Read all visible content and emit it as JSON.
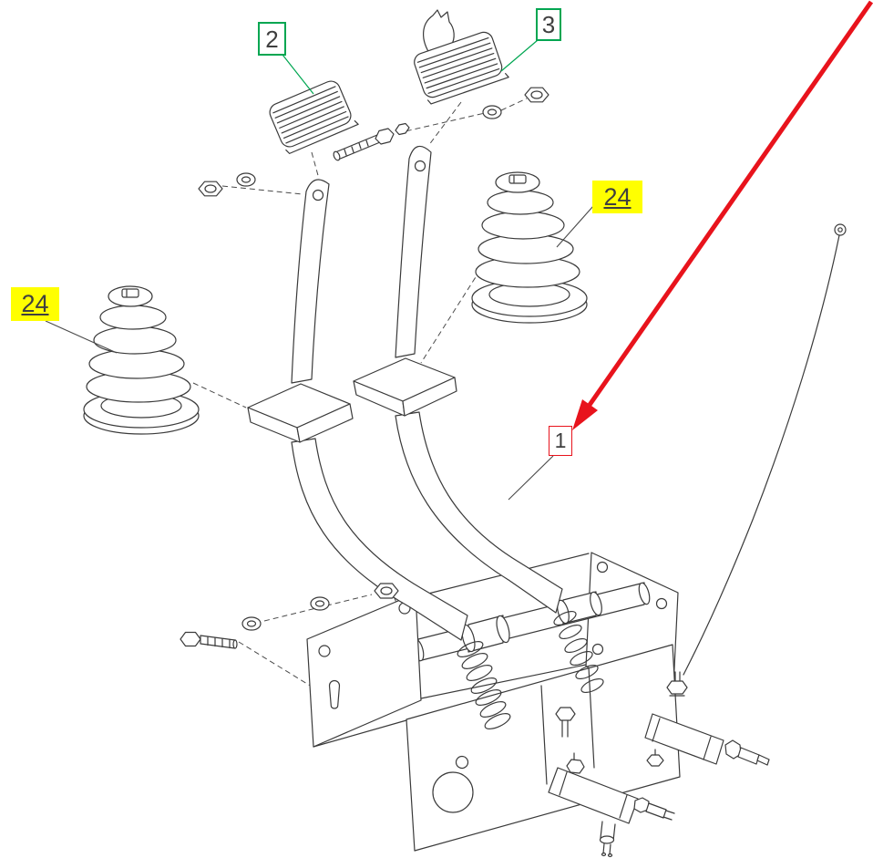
{
  "page": {
    "background_color": "#ffffff"
  },
  "diagram": {
    "description": "Exploded parts diagram of a clutch and brake pedal assembly with valves, return springs, rubber boots and fasteners",
    "line_color": "#3a3a3a",
    "callouts": [
      {
        "label": "2",
        "style": "green-box",
        "target": "left-pedal-pad"
      },
      {
        "label": "3",
        "style": "green-box",
        "target": "right-pedal-pad"
      },
      {
        "label": "24",
        "style": "yellow-highlight",
        "target": "rubber-boot-right"
      },
      {
        "label": "24",
        "style": "yellow-highlight",
        "target": "rubber-boot-left"
      },
      {
        "label": "1",
        "style": "red-box",
        "target": "pedal-assembly"
      }
    ],
    "annotation": {
      "type": "red-arrow",
      "points_to_label": "1"
    },
    "colors": {
      "green_box_border": "#00a651",
      "yellow_highlight": "#ffff00",
      "red_box_border": "#e8131c",
      "red_arrow": "#e8131c",
      "label_text": "#3f3f3f"
    }
  }
}
